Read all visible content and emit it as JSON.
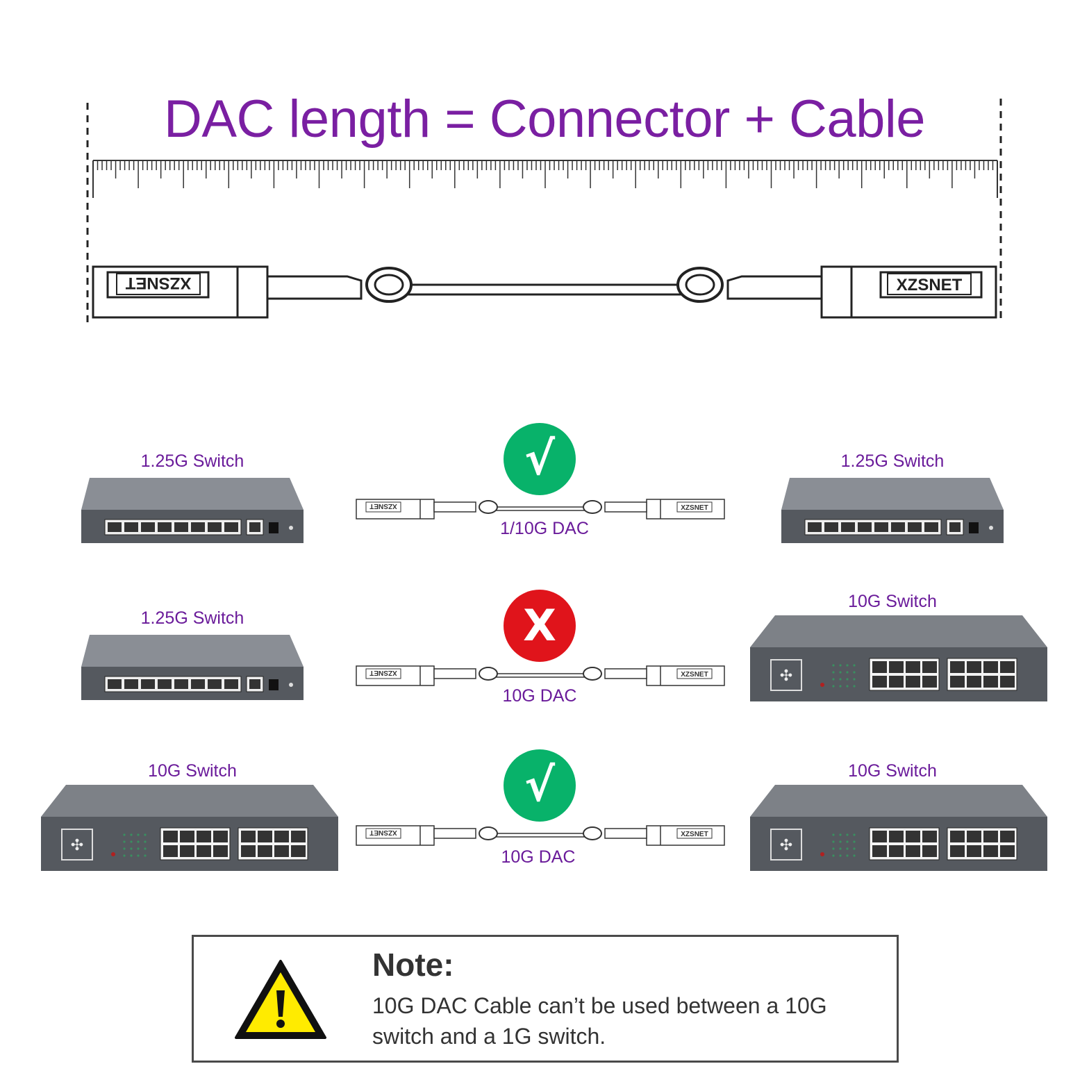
{
  "title": "DAC length = Connector + Cable",
  "connector_brand": "XZSNET",
  "rows": [
    {
      "left_switch": {
        "label": "1.25G Switch",
        "type": "1.25G"
      },
      "right_switch": {
        "label": "1.25G Switch",
        "type": "1.25G"
      },
      "status": "ok",
      "status_symbol": "√",
      "cable_label": "1/10G DAC"
    },
    {
      "left_switch": {
        "label": "1.25G Switch",
        "type": "1.25G"
      },
      "right_switch": {
        "label": "10G Switch",
        "type": "10G"
      },
      "status": "bad",
      "status_symbol": "X",
      "cable_label": "10G DAC"
    },
    {
      "left_switch": {
        "label": "10G Switch",
        "type": "10G"
      },
      "right_switch": {
        "label": "10G Switch",
        "type": "10G"
      },
      "status": "ok",
      "status_symbol": "√",
      "cable_label": "10G DAC"
    }
  ],
  "note": {
    "title": "Note:",
    "line1": "10G DAC Cable can’t be used between a 10G",
    "line2": "switch and a 1G switch.",
    "icon": "warning-icon"
  },
  "colors": {
    "accent": "#7a1fa2",
    "ok": "#08b26a",
    "bad": "#e0141b",
    "switch_body": "#5f6368"
  }
}
